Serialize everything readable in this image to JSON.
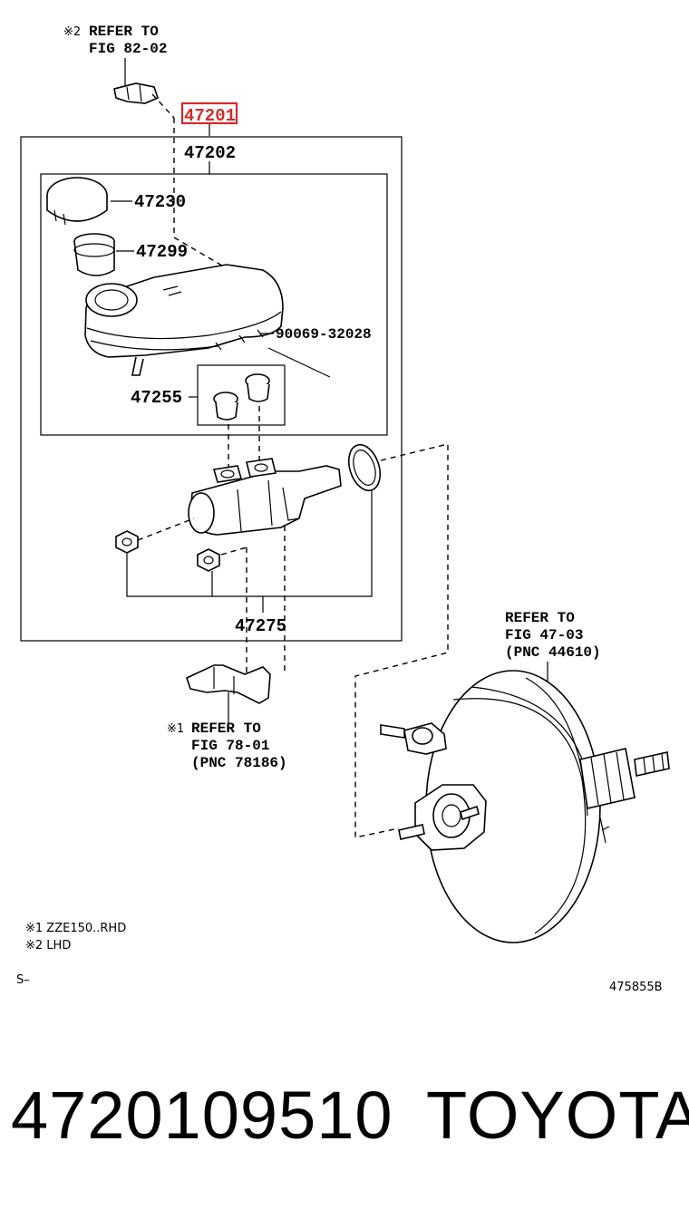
{
  "callouts": {
    "ref_82": {
      "mark": "※2",
      "line1": "REFER TO",
      "line2": "FIG 82-02"
    },
    "ref_78": {
      "mark": "※1",
      "line1": "REFER TO",
      "line2": "FIG 78-01",
      "line3": "(PNC 78186)"
    },
    "ref_47": {
      "line1": "REFER TO",
      "line2": "FIG 47-03",
      "line3": "(PNC 44610)"
    }
  },
  "part_labels": {
    "highlighted": "47201",
    "cylinder_assy": "47202",
    "cap": "47230",
    "strainer": "47299",
    "grommet": "47255",
    "pin": "90069-32028",
    "gasket_nuts": "47275"
  },
  "notes": {
    "note1": "※1 ZZE150..RHD",
    "note2": "※2 LHD",
    "series_mark": "S–",
    "figure_id": "475855B"
  },
  "caption": {
    "part_number": "4720109510",
    "brand": "TOYOTA"
  },
  "colors": {
    "highlight": "#d42a2a",
    "ink": "#000000",
    "background": "#ffffff"
  }
}
